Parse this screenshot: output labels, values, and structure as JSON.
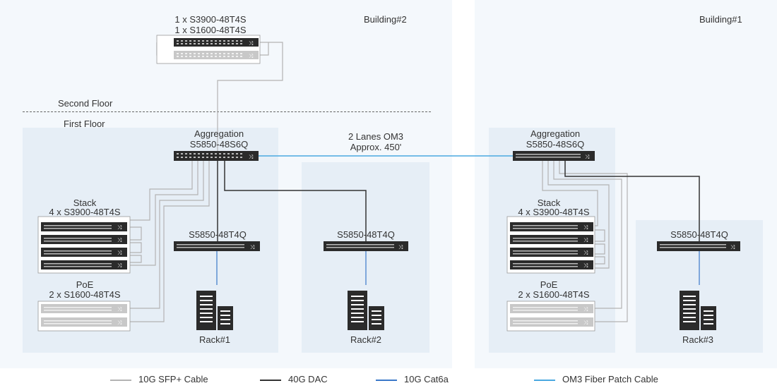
{
  "buildings": {
    "b2": {
      "label": "Building#2"
    },
    "b1": {
      "label": "Building#1"
    }
  },
  "floors": {
    "second": "Second Floor",
    "first": "First Floor"
  },
  "b2_top": {
    "line1": "1 x S3900-48T4S",
    "line2": "1 x S1600-48T4S"
  },
  "b2_agg": {
    "line1": "Aggregation",
    "line2": "S5850-48S6Q"
  },
  "b1_agg": {
    "line1": "Aggregation",
    "line2": "S5850-48S6Q"
  },
  "link": {
    "line1": "2 Lanes OM3",
    "line2": "Approx. 450'"
  },
  "b2_stack": {
    "line1": "Stack",
    "line2": "4 x S3900-48T4S"
  },
  "b2_poe": {
    "line1": "PoE",
    "line2": "2 x S1600-48T4S"
  },
  "b1_stack": {
    "line1": "Stack",
    "line2": "4 x S3900-48T4S"
  },
  "b1_poe": {
    "line1": "PoE",
    "line2": "2 x S1600-48T4S"
  },
  "b2_access1": "S5850-48T4Q",
  "b2_access2": "S5850-48T4Q",
  "b1_access": "S5850-48T4Q",
  "racks": {
    "r1": "Rack#1",
    "r2": "Rack#2",
    "r3": "Rack#3"
  },
  "legend": {
    "sfp": "10G SFP+ Cable",
    "dac": "40G DAC",
    "cat6a": "10G Cat6a",
    "om3": "OM3 Fiber Patch Cable"
  },
  "colors": {
    "sfp": "#b3b3b3",
    "dac": "#333333",
    "cat6a": "#3a78c9",
    "om3": "#4aa8e0",
    "building_bg": "#f4f8fc",
    "zone_bg": "#e6eef6",
    "switch_dark": "#2b2b2b",
    "switch_light": "#c8c8c8"
  },
  "icons": {
    "switch": "network-switch-icon",
    "rack": "server-rack-icon"
  }
}
